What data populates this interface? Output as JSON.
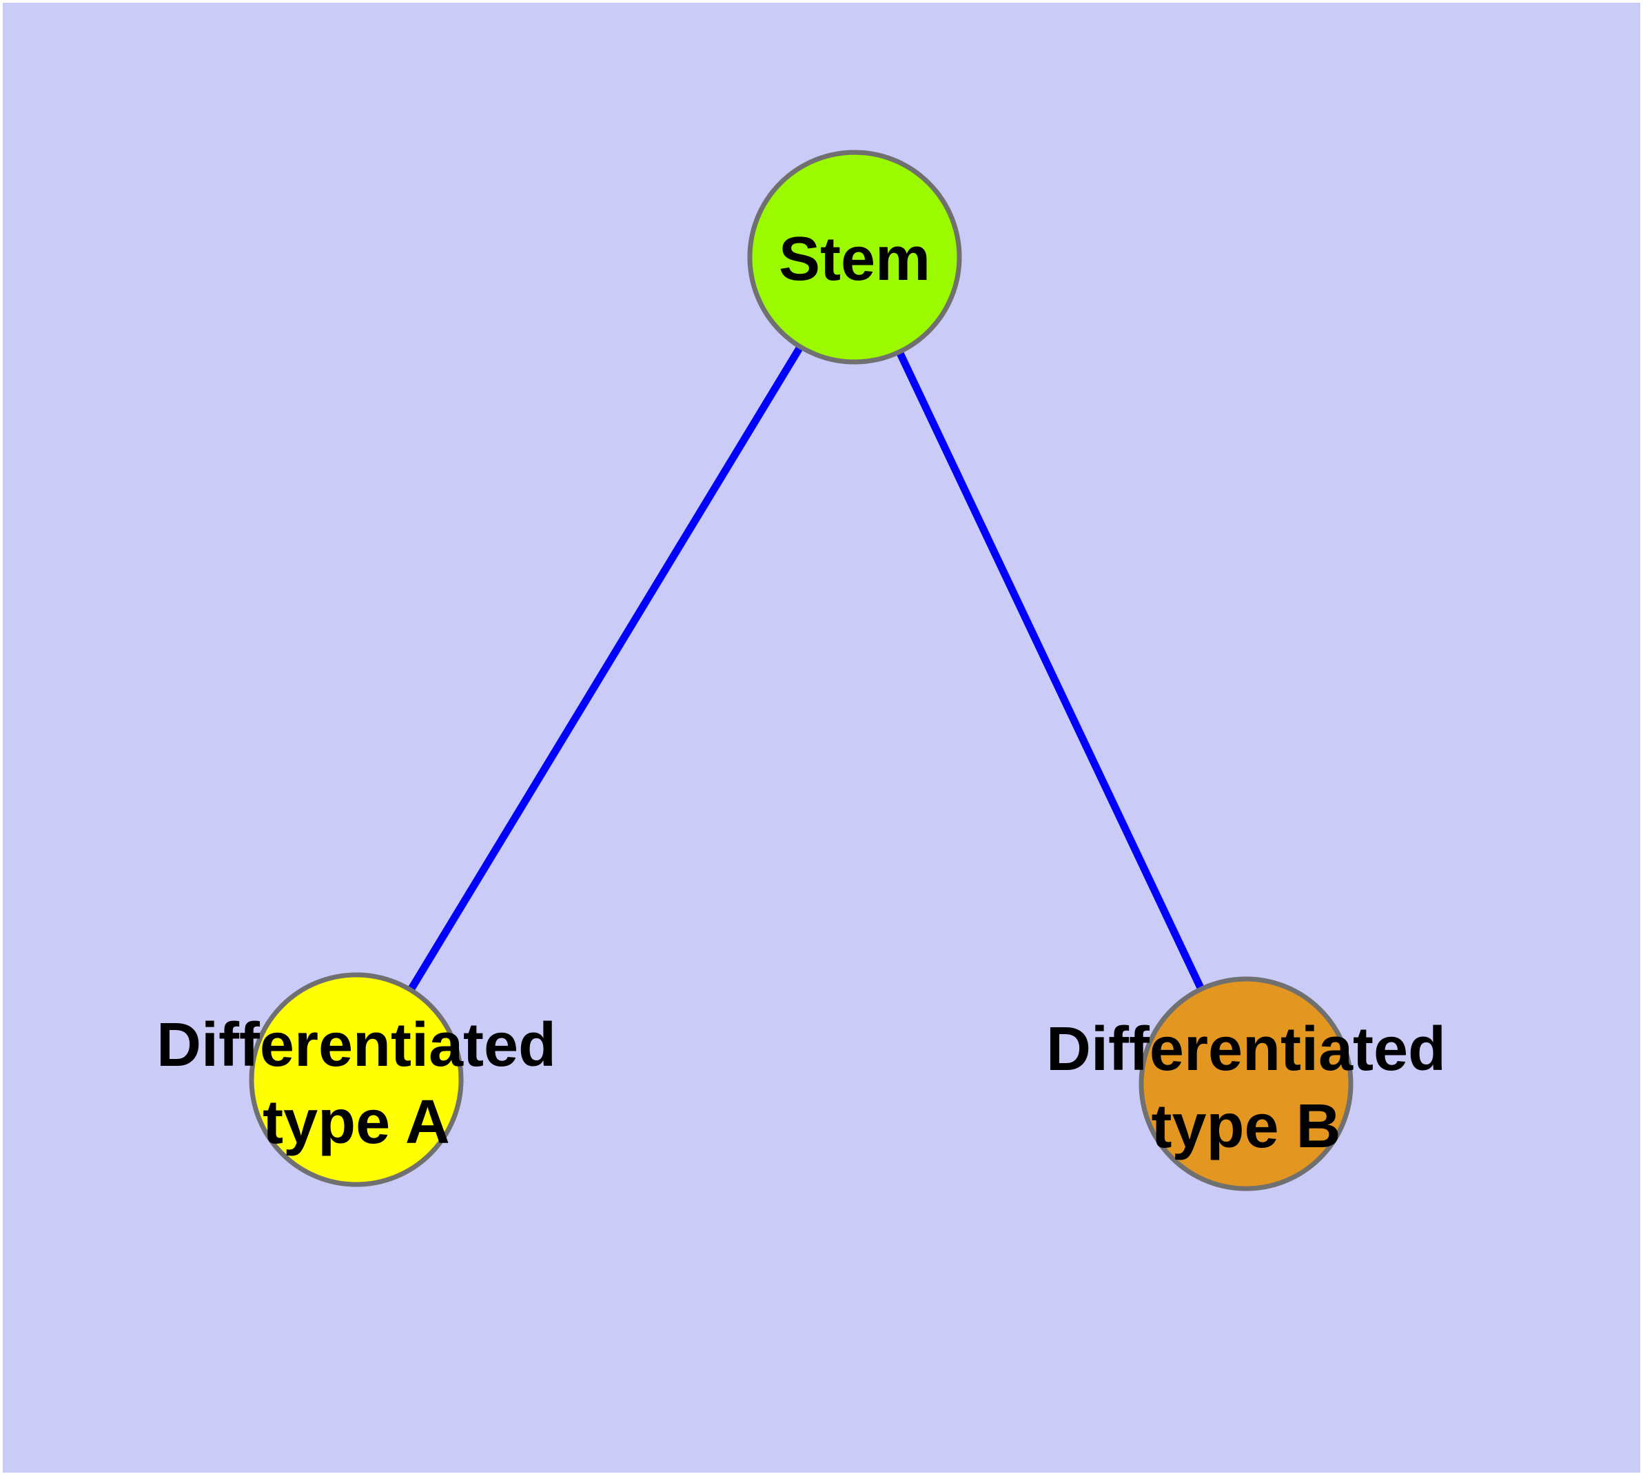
{
  "diagram": {
    "type": "graph",
    "description": "Stem cell differentiation tree: one stem node with two differentiated child nodes",
    "canvas": {
      "background_color": "#CBCBF8",
      "border_color": "#FFFFFF"
    },
    "nodes": {
      "stem": {
        "label": "Stem",
        "color": "#9BF900"
      },
      "typeA": {
        "label_line1": "Differentiated",
        "label_line2": "type A",
        "color": "#FFFF00"
      },
      "typeB": {
        "label_line1": "Differentiated",
        "label_line2": "type B",
        "color": "#E39720"
      }
    },
    "node_border_color": "#707070",
    "label_color": "#000000",
    "edges": {
      "color": "#0000FF",
      "connections": [
        {
          "from": "Stem",
          "to": "Differentiated type A"
        },
        {
          "from": "Stem",
          "to": "Differentiated type B"
        }
      ]
    }
  }
}
